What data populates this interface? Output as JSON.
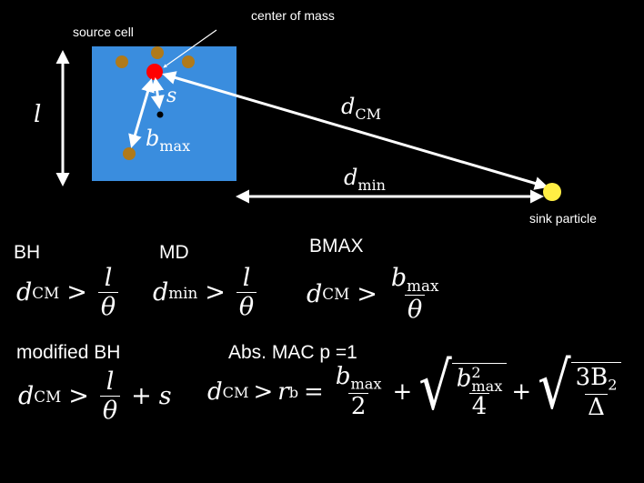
{
  "diagram": {
    "source_cell_label": "source cell",
    "center_of_mass_label": "center of mass",
    "sink_particle_label": "sink particle",
    "l_label": "l",
    "s_label": "s",
    "bmax_label": "b",
    "bmax_sub": "max",
    "dcm_label": "d",
    "dcm_sub": "CM",
    "dmin_label": "d",
    "dmin_sub": "min",
    "colors": {
      "cell": "#3a8dde",
      "center_of_mass": "#ff0000",
      "particles": "#b07a1a",
      "sink": "#ffee44",
      "arrow": "#ffffff"
    }
  },
  "criteria": {
    "bh": {
      "heading": "BH",
      "d": "d",
      "sub": "CM",
      "op": ">",
      "num": "l",
      "den": "θ"
    },
    "md": {
      "heading": "MD",
      "d": "d",
      "sub": "min",
      "op": ">",
      "num": "l",
      "den": "θ"
    },
    "bmax": {
      "heading": "BMAX",
      "d": "d",
      "sub": "CM",
      "op": ">",
      "num_b": "b",
      "num_sub": "max",
      "den": "θ"
    },
    "modified_bh": {
      "heading": "modified BH",
      "d": "d",
      "sub": "CM",
      "op": ">",
      "num": "l",
      "den": "θ",
      "plus": "+",
      "s": "s"
    },
    "abs_mac": {
      "heading": "Abs. MAC p =1",
      "d": "d",
      "sub": "CM",
      "op": ">",
      "r": "r",
      "r_sub": "b",
      "eq": "=",
      "t1_num_b": "b",
      "t1_num_sub": "max",
      "t1_den": "2",
      "plus1": "+",
      "t2_num_b": "b",
      "t2_num_sup": "2",
      "t2_num_sub": "max",
      "t2_den": "4",
      "plus2": "+",
      "t3_num": "3B",
      "t3_num_sub": "2",
      "t3_den": "Δ"
    }
  }
}
